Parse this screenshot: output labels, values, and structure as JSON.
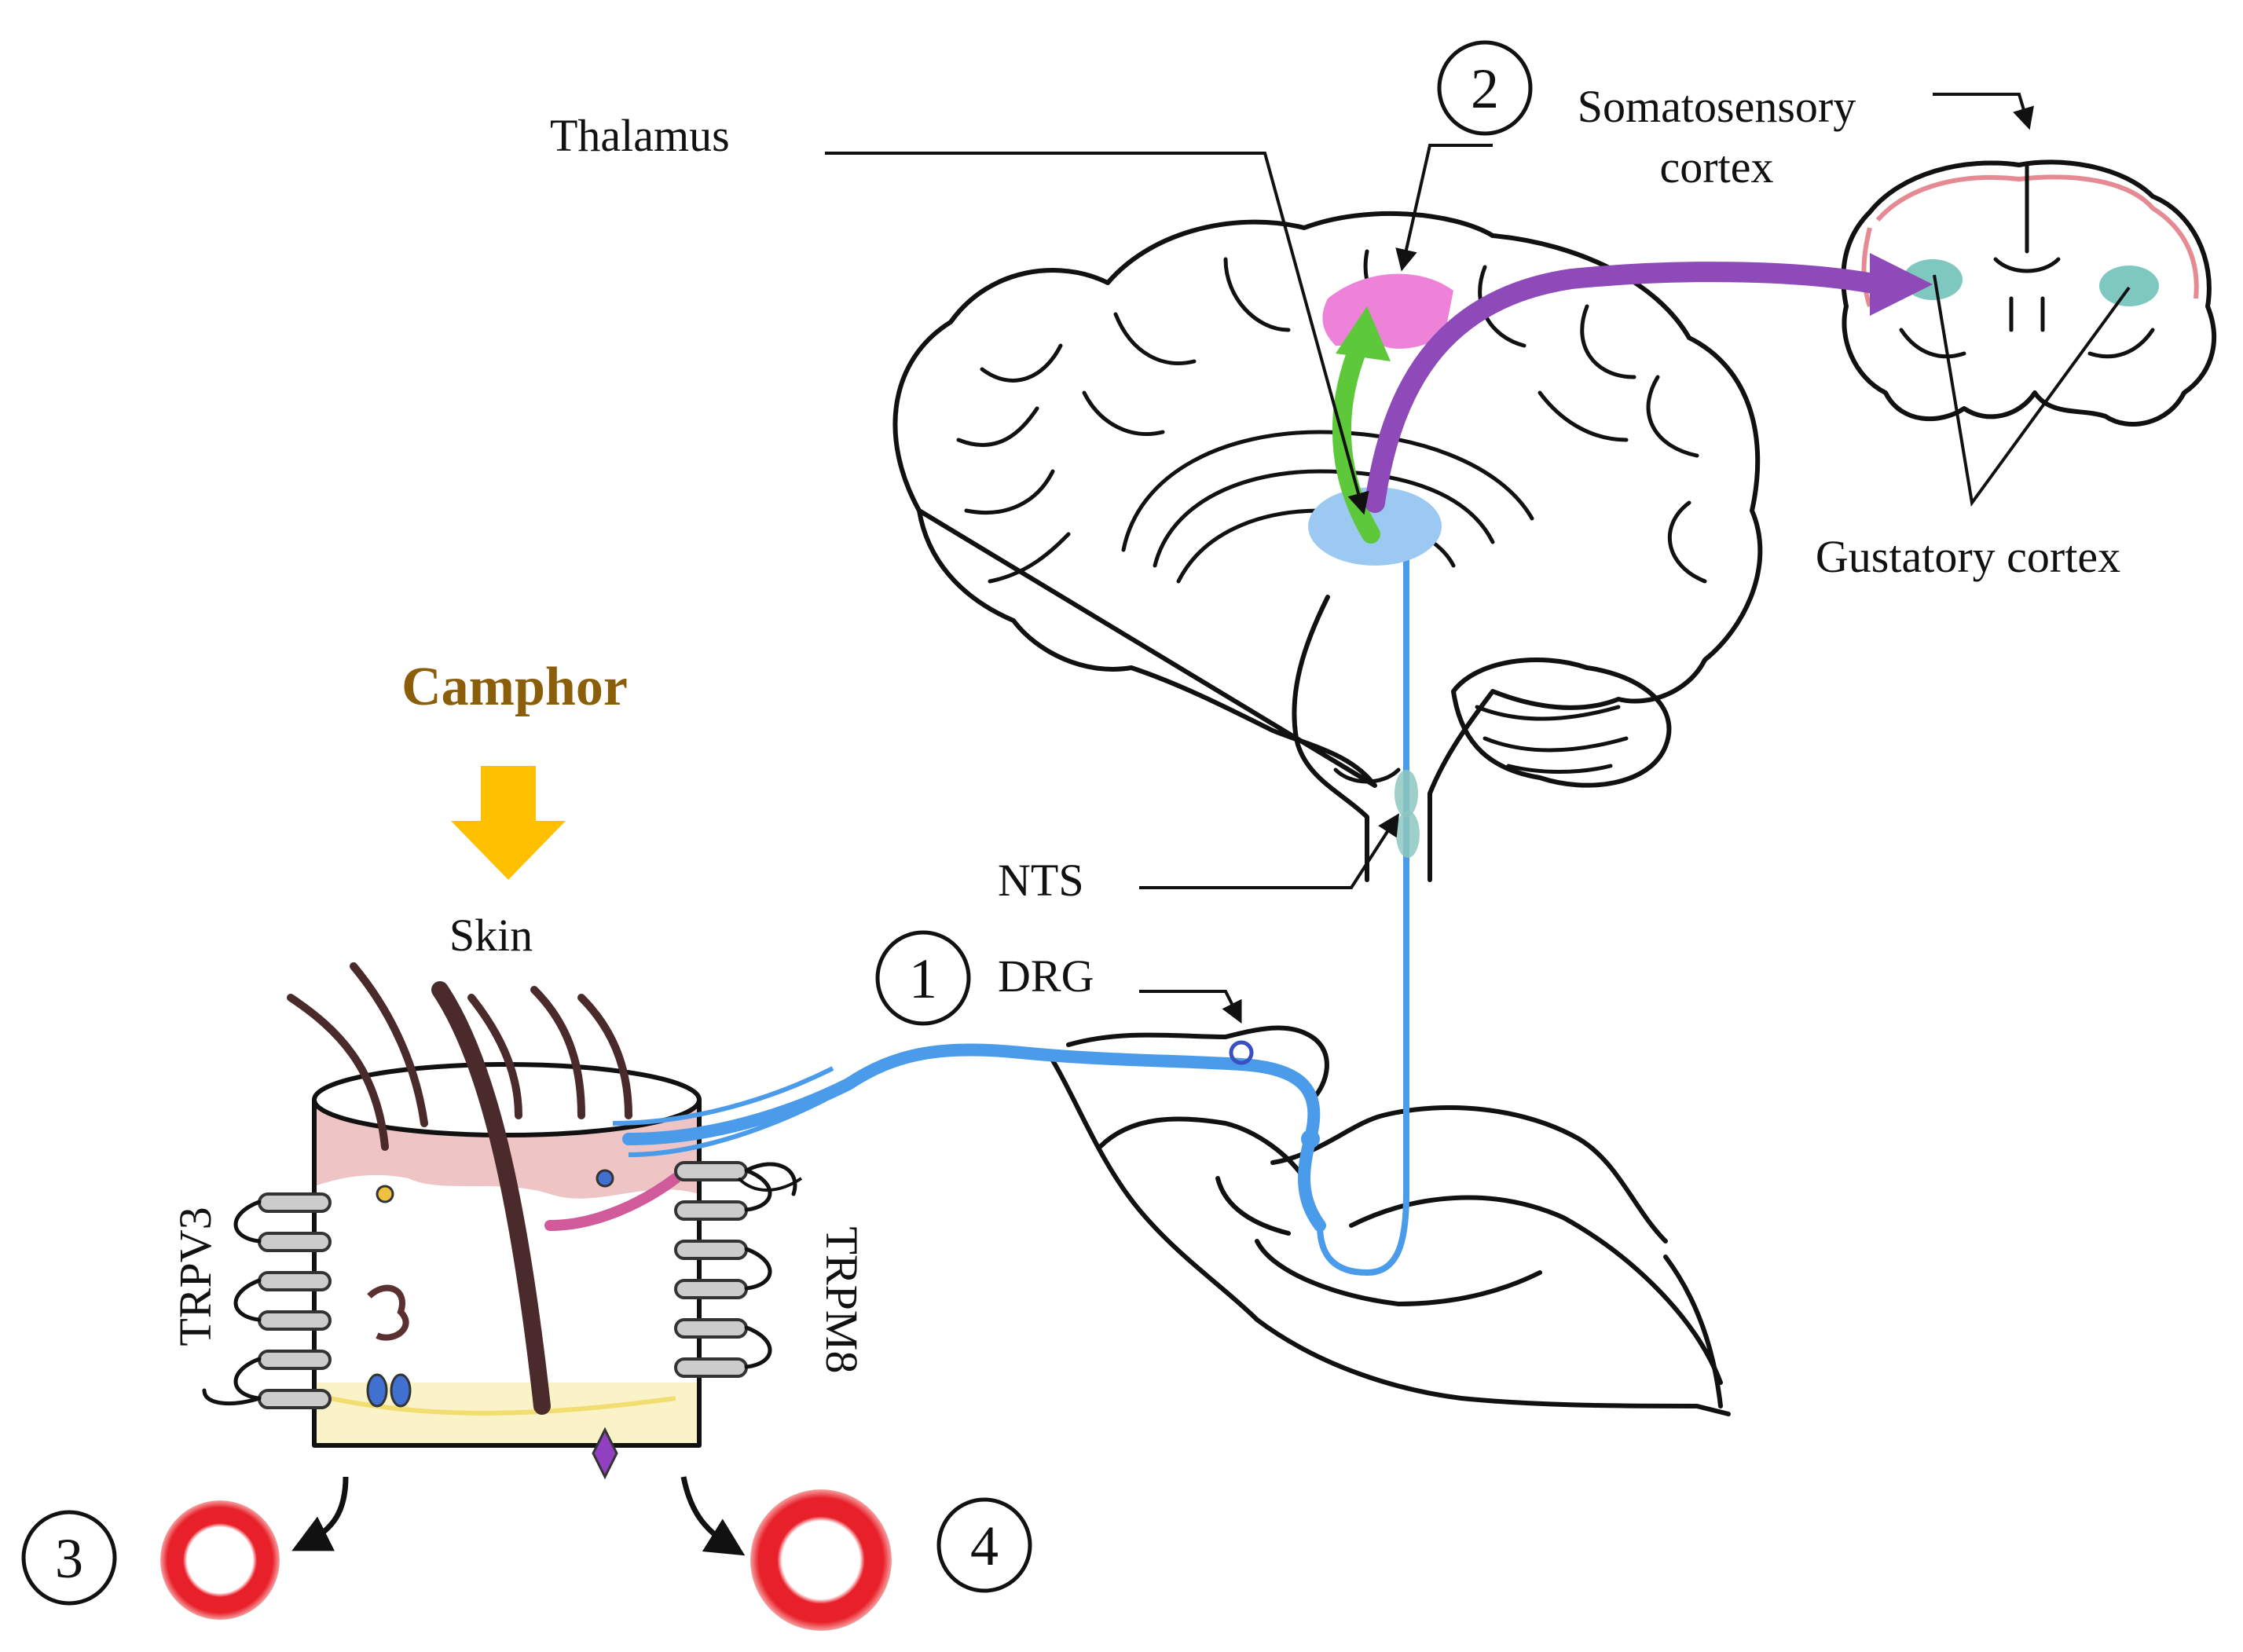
{
  "labels": {
    "thalamus": "Thalamus",
    "somatosensory_line1": "Somatosensory",
    "somatosensory_line2": "cortex",
    "gustatory": "Gustatory cortex",
    "camphor": "Camphor",
    "skin": "Skin",
    "nts": "NTS",
    "drg": "DRG",
    "trpv3": "TRPV3",
    "trpm8": "TRPM8"
  },
  "markers": {
    "m1": "1",
    "m2": "2",
    "m3": "3",
    "m4": "4"
  },
  "colors": {
    "camphor_text": "#8B5E0A",
    "camphor_arrow": "#FFC000",
    "nerve_blue": "#4A9BEA",
    "thalamus_fill": "#9CC9F2",
    "somatosensory_fill": "#EE82D8",
    "green_arrow": "#5DC93A",
    "purple_arrow": "#8E4AB8",
    "gustatory_fill": "#7FC8C0",
    "vessel_red": "#E8202A"
  }
}
